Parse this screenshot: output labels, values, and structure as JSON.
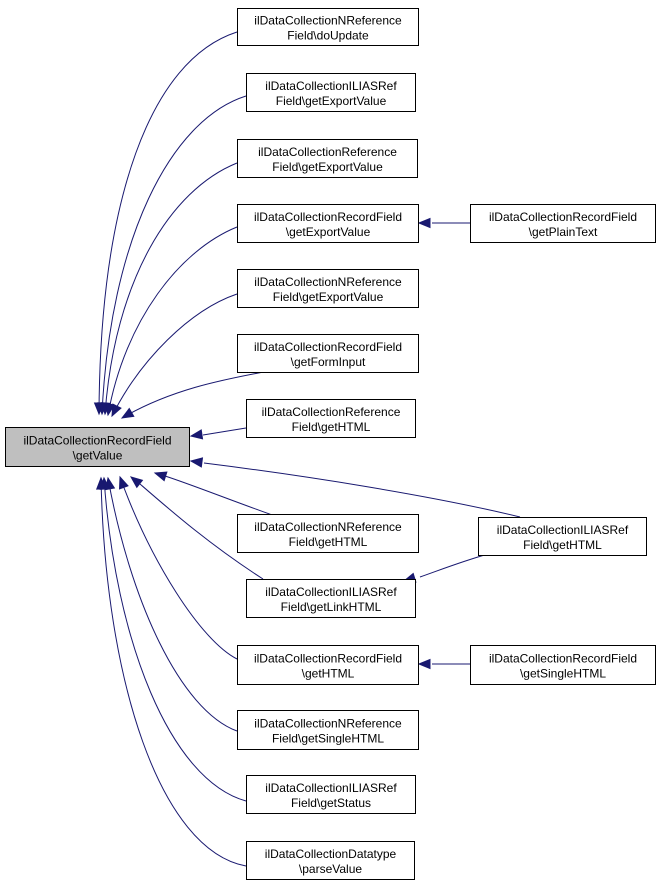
{
  "root": {
    "line1": "ilDataCollectionRecordField",
    "line2": "\\getValue"
  },
  "callers": [
    {
      "line1": "ilDataCollectionNReference",
      "line2": "Field\\doUpdate"
    },
    {
      "line1": "ilDataCollectionILIASRef",
      "line2": "Field\\getExportValue"
    },
    {
      "line1": "ilDataCollectionReference",
      "line2": "Field\\getExportValue"
    },
    {
      "line1": "ilDataCollectionRecordField",
      "line2": "\\getExportValue"
    },
    {
      "line1": "ilDataCollectionNReference",
      "line2": "Field\\getExportValue"
    },
    {
      "line1": "ilDataCollectionRecordField",
      "line2": "\\getFormInput"
    },
    {
      "line1": "ilDataCollectionReference",
      "line2": "Field\\getHTML"
    },
    {
      "line1": "ilDataCollectionNReference",
      "line2": "Field\\getHTML"
    },
    {
      "line1": "ilDataCollectionILIASRef",
      "line2": "Field\\getLinkHTML"
    },
    {
      "line1": "ilDataCollectionRecordField",
      "line2": "\\getHTML"
    },
    {
      "line1": "ilDataCollectionNReference",
      "line2": "Field\\getSingleHTML"
    },
    {
      "line1": "ilDataCollectionILIASRef",
      "line2": "Field\\getStatus"
    },
    {
      "line1": "ilDataCollectionDatatype",
      "line2": "\\parseValue"
    }
  ],
  "secondary": [
    {
      "line1": "ilDataCollectionRecordField",
      "line2": "\\getPlainText"
    },
    {
      "line1": "ilDataCollectionILIASRef",
      "line2": "Field\\getHTML"
    },
    {
      "line1": "ilDataCollectionRecordField",
      "line2": "\\getSingleHTML"
    }
  ],
  "colors": {
    "edge": "#191970",
    "root_fill": "#bfbfbf",
    "node_fill": "#ffffff",
    "border": "#000000"
  }
}
